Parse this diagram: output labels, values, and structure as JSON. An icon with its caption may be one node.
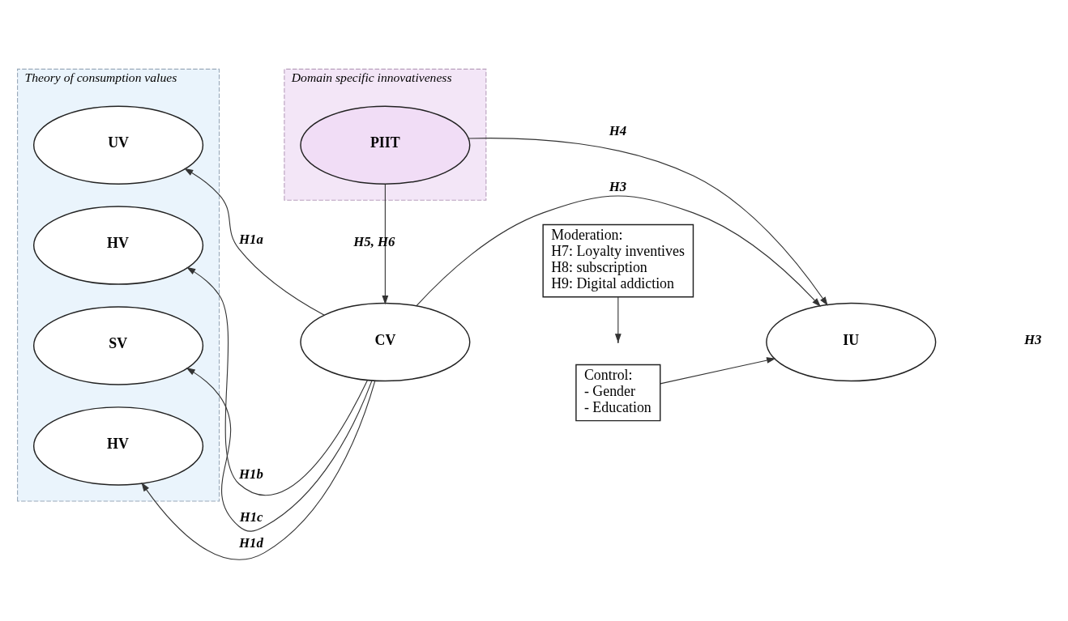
{
  "diagram": {
    "nodes": [
      {
        "text": [
          "Theory of consumption values"
        ]
      },
      {
        "text": [
          "UV"
        ],
        "in": 0
      },
      {
        "text": [
          "HV"
        ],
        "in": 0
      },
      {
        "text": [
          "SV"
        ],
        "in": 0
      },
      {
        "text": [
          "HV"
        ],
        "in": 0
      },
      {
        "text": [
          "Domain specific innovativeness"
        ]
      },
      {
        "text": [
          "PIIT"
        ],
        "in": 5
      },
      {
        "text": [
          "CV"
        ]
      },
      {
        "text": [
          "IU"
        ]
      },
      {
        "text": [
          "Control:",
          "- Gender",
          "- Education"
        ]
      },
      {
        "text": [
          "Moderation:",
          "H7: Loyalty inventives",
          "H8: subscription",
          "H9: Digital addiction"
        ]
      }
    ],
    "edges": [
      {
        "from": 7,
        "to": 1,
        "arrow": "to",
        "label": "H1a"
      },
      {
        "from": 7,
        "to": 2,
        "arrow": "to",
        "label": "H1b"
      },
      {
        "from": 7,
        "to": 3,
        "arrow": "to",
        "label": "H1c"
      },
      {
        "from": 7,
        "to": 4,
        "arrow": "to",
        "label": "H1d"
      },
      {
        "from": 6,
        "to": 7,
        "arrow": "to",
        "label": "H5, H6"
      },
      {
        "from": 6,
        "to": 8,
        "arrow": "to",
        "label": "H4"
      },
      {
        "from": 7,
        "to": 8,
        "arrow": "to",
        "label": "H3"
      },
      {
        "from": 10,
        "to": null,
        "arrow": "to"
      },
      {
        "from": 9,
        "to": 8,
        "arrow": "to"
      }
    ],
    "labels": [
      "H3"
    ]
  }
}
